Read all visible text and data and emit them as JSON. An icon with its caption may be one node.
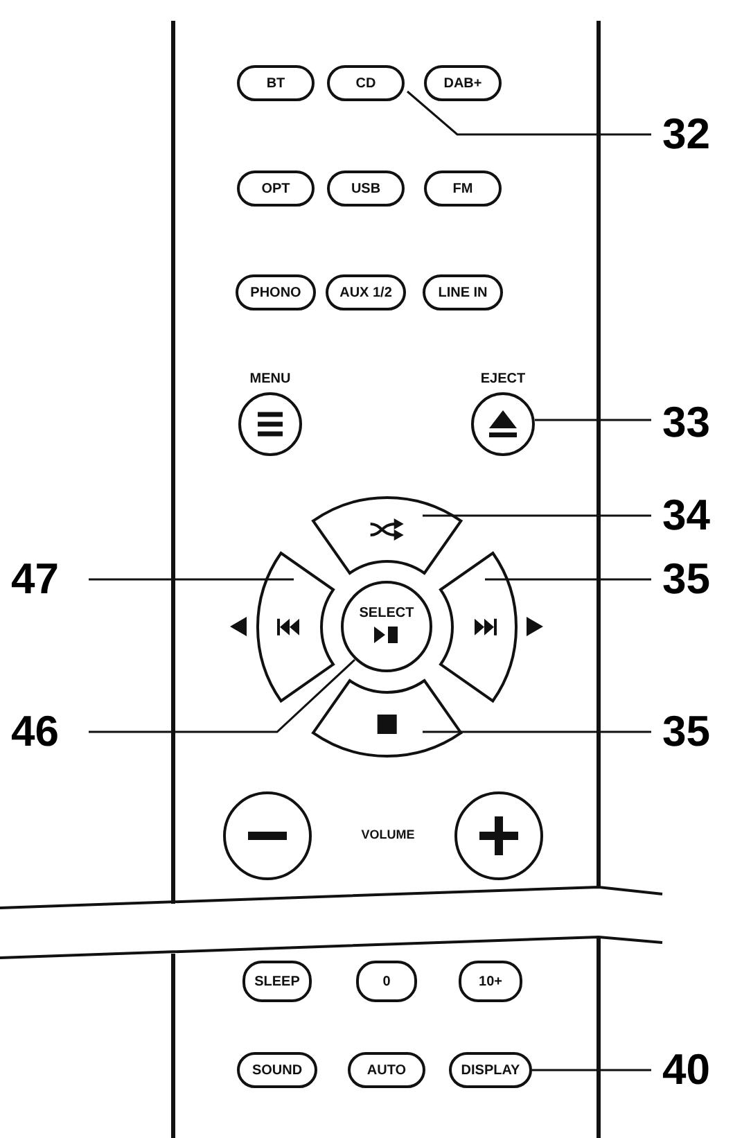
{
  "diagram": {
    "nodes": [
      {
        "text": [
          "BT"
        ]
      },
      {
        "text": [
          "CD"
        ]
      },
      {
        "text": [
          "DAB+"
        ]
      },
      {
        "text": [
          "OPT"
        ]
      },
      {
        "text": [
          "USB"
        ]
      },
      {
        "text": [
          "FM"
        ]
      },
      {
        "text": [
          "PHONO"
        ]
      },
      {
        "text": [
          "AUX 1/2"
        ]
      },
      {
        "text": [
          "LINE IN"
        ]
      },
      {
        "text": [
          "MENU"
        ]
      },
      {
        "text": [
          "EJECT"
        ]
      },
      {
        "text": [],
        "shape": "box"
      },
      {
        "text": [],
        "shape": "box"
      },
      {
        "text": [
          "SELECT"
        ]
      },
      {
        "text": [],
        "shape": "box"
      },
      {
        "text": [],
        "shape": "box"
      },
      {
        "text": [],
        "shape": "circle"
      },
      {
        "text": [],
        "shape": "circle"
      },
      {
        "text": [
          "SLEEP"
        ]
      },
      {
        "text": [
          "0"
        ]
      },
      {
        "text": [
          "10+"
        ]
      },
      {
        "text": [
          "SOUND"
        ]
      },
      {
        "text": [
          "AUTO"
        ]
      },
      {
        "text": [
          "DISPLAY"
        ]
      },
      {
        "text": [
          "32"
        ]
      },
      {
        "text": [
          "33"
        ]
      },
      {
        "text": [
          "34"
        ]
      },
      {
        "text": [
          "47"
        ]
      },
      {
        "text": [
          "35"
        ]
      },
      {
        "text": [
          "46"
        ]
      },
      {
        "text": [
          "35"
        ]
      },
      {
        "text": [
          "40"
        ]
      }
    ],
    "edges": [
      {
        "from": 24,
        "to": 1,
        "arrow": "none"
      },
      {
        "from": 25,
        "to": 10,
        "arrow": "none"
      },
      {
        "from": 26,
        "to": 11,
        "arrow": "none"
      },
      {
        "from": 27,
        "to": 12,
        "arrow": "none"
      },
      {
        "from": 28,
        "to": 14,
        "arrow": "none"
      },
      {
        "from": 29,
        "to": 13,
        "arrow": "none"
      },
      {
        "from": 30,
        "to": 15,
        "arrow": "none"
      },
      {
        "from": 31,
        "to": 23,
        "arrow": "none"
      }
    ],
    "labels": [
      "VOLUME"
    ]
  }
}
